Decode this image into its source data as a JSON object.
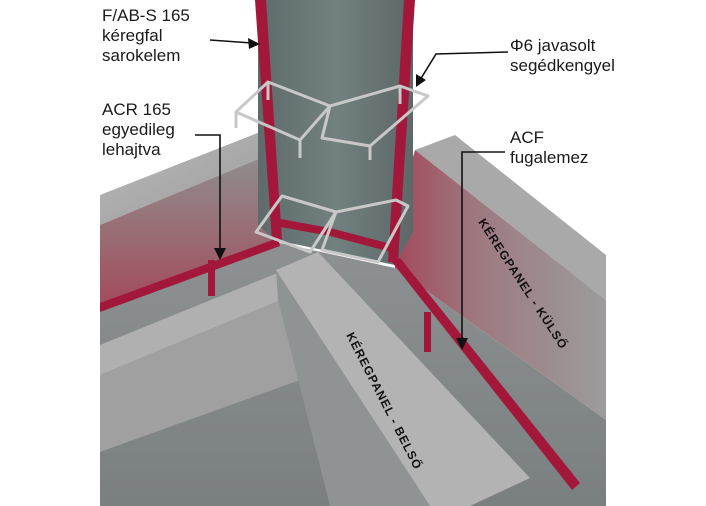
{
  "labels": {
    "sarokelem": [
      "F/AB-S 165",
      "kéregfal",
      "sarokelem"
    ],
    "segedkengyel": [
      "Φ6 javasolt",
      "segédkengyel"
    ],
    "acr": [
      "ACR 165",
      "egyedileg",
      "lehajtva"
    ],
    "acf": [
      "ACF",
      "fugalemez"
    ]
  },
  "panels": {
    "kulso": "KÉREGPANEL - KÜLSŐ",
    "belso": "KÉREGPANEL - BELSŐ"
  },
  "colors": {
    "background": "#ffffff",
    "panel": "#9a9a9a",
    "panel_dark": "#6f7474",
    "column": "#6e7a7a",
    "accent_red": "#a3183a",
    "cage": "#c8c8c8",
    "arrow": "#111111"
  }
}
